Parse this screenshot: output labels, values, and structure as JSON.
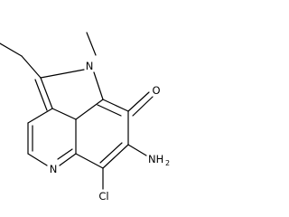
{
  "structure": {
    "atoms": {
      "nitrogen_pyrrole": "N",
      "nitrogen_pyridine": "N",
      "oxygen": "O",
      "amino": "NH",
      "amino_subscript": "2",
      "chlorine": "Cl"
    }
  }
}
